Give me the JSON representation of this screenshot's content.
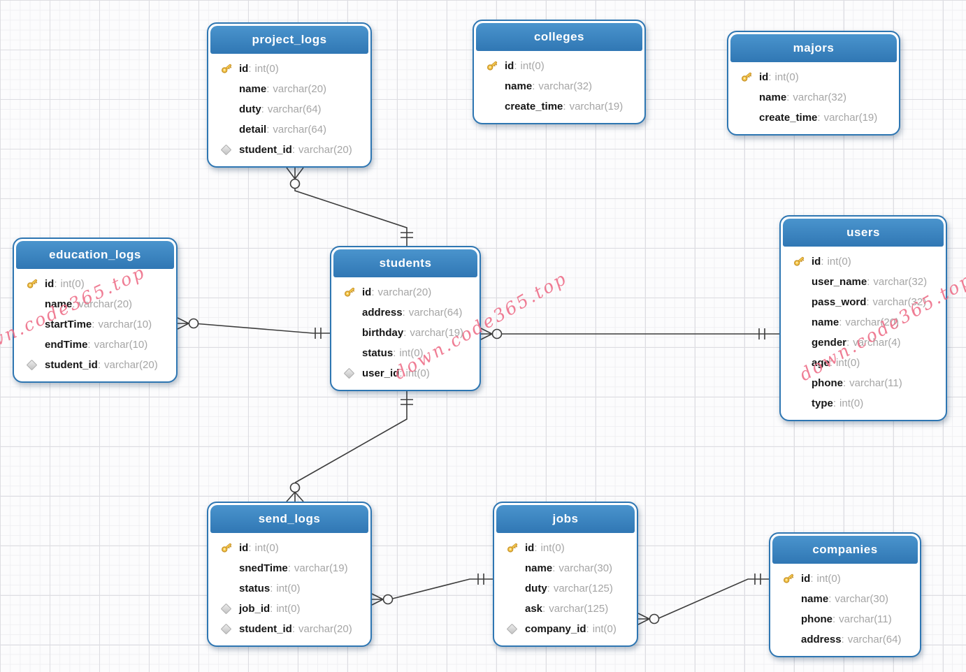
{
  "ui": {
    "colon": ":"
  },
  "watermark": {
    "text": "down.code365.top",
    "color": "#ee6f89"
  },
  "colors": {
    "header_blue": "#3787c0",
    "border_blue": "#2e76b2",
    "connector_line": "#3c3c3c",
    "key_gold": "#f7ca4d",
    "watermark_pink": "#ee6f89"
  },
  "tables": {
    "project_logs": {
      "title": "project_logs",
      "fields": [
        {
          "icon": "key",
          "name": "id",
          "type": "int(0)"
        },
        {
          "icon": "none",
          "name": "name",
          "type": "varchar(20)"
        },
        {
          "icon": "none",
          "name": "duty",
          "type": "varchar(64)"
        },
        {
          "icon": "none",
          "name": "detail",
          "type": "varchar(64)"
        },
        {
          "icon": "fk",
          "name": "student_id",
          "type": "varchar(20)"
        }
      ]
    },
    "colleges": {
      "title": "colleges",
      "fields": [
        {
          "icon": "key",
          "name": "id",
          "type": "int(0)"
        },
        {
          "icon": "none",
          "name": "name",
          "type": "varchar(32)"
        },
        {
          "icon": "none",
          "name": "create_time",
          "type": "varchar(19)"
        }
      ]
    },
    "majors": {
      "title": "majors",
      "fields": [
        {
          "icon": "key",
          "name": "id",
          "type": "int(0)"
        },
        {
          "icon": "none",
          "name": "name",
          "type": "varchar(32)"
        },
        {
          "icon": "none",
          "name": "create_time",
          "type": "varchar(19)"
        }
      ]
    },
    "education_logs": {
      "title": "education_logs",
      "fields": [
        {
          "icon": "key",
          "name": "id",
          "type": "int(0)"
        },
        {
          "icon": "none",
          "name": "name",
          "type": "varchar(20)"
        },
        {
          "icon": "none",
          "name": "startTime",
          "type": "varchar(10)"
        },
        {
          "icon": "none",
          "name": "endTime",
          "type": "varchar(10)"
        },
        {
          "icon": "fk",
          "name": "student_id",
          "type": "varchar(20)"
        }
      ]
    },
    "students": {
      "title": "students",
      "fields": [
        {
          "icon": "key",
          "name": "id",
          "type": "varchar(20)"
        },
        {
          "icon": "none",
          "name": "address",
          "type": "varchar(64)"
        },
        {
          "icon": "none",
          "name": "birthday",
          "type": "varchar(19)"
        },
        {
          "icon": "none",
          "name": "status",
          "type": "int(0)"
        },
        {
          "icon": "fk",
          "name": "user_id",
          "type": "int(0)"
        }
      ]
    },
    "users": {
      "title": "users",
      "fields": [
        {
          "icon": "key",
          "name": "id",
          "type": "int(0)"
        },
        {
          "icon": "none",
          "name": "user_name",
          "type": "varchar(32)"
        },
        {
          "icon": "none",
          "name": "pass_word",
          "type": "varchar(32)"
        },
        {
          "icon": "none",
          "name": "name",
          "type": "varchar(20)"
        },
        {
          "icon": "none",
          "name": "gender",
          "type": "varchar(4)"
        },
        {
          "icon": "none",
          "name": "age",
          "type": "int(0)"
        },
        {
          "icon": "none",
          "name": "phone",
          "type": "varchar(11)"
        },
        {
          "icon": "none",
          "name": "type",
          "type": "int(0)"
        }
      ]
    },
    "send_logs": {
      "title": "send_logs",
      "fields": [
        {
          "icon": "key",
          "name": "id",
          "type": "int(0)"
        },
        {
          "icon": "none",
          "name": "snedTime",
          "type": "varchar(19)"
        },
        {
          "icon": "none",
          "name": "status",
          "type": "int(0)"
        },
        {
          "icon": "fk",
          "name": "job_id",
          "type": "int(0)"
        },
        {
          "icon": "fk",
          "name": "student_id",
          "type": "varchar(20)"
        }
      ]
    },
    "jobs": {
      "title": "jobs",
      "fields": [
        {
          "icon": "key",
          "name": "id",
          "type": "int(0)"
        },
        {
          "icon": "none",
          "name": "name",
          "type": "varchar(30)"
        },
        {
          "icon": "none",
          "name": "duty",
          "type": "varchar(125)"
        },
        {
          "icon": "none",
          "name": "ask",
          "type": "varchar(125)"
        },
        {
          "icon": "fk",
          "name": "company_id",
          "type": "int(0)"
        }
      ]
    },
    "companies": {
      "title": "companies",
      "fields": [
        {
          "icon": "key",
          "name": "id",
          "type": "int(0)"
        },
        {
          "icon": "none",
          "name": "name",
          "type": "varchar(30)"
        },
        {
          "icon": "none",
          "name": "phone",
          "type": "varchar(11)"
        },
        {
          "icon": "none",
          "name": "address",
          "type": "varchar(64)"
        }
      ]
    }
  },
  "relationships": [
    {
      "from": "project_logs",
      "from_cardinality": "zero-or-many",
      "to": "students",
      "to_cardinality": "one-and-only-one"
    },
    {
      "from": "education_logs",
      "from_cardinality": "zero-or-many",
      "to": "students",
      "to_cardinality": "one-and-only-one"
    },
    {
      "from": "students",
      "from_cardinality": "zero-or-many",
      "to": "users",
      "to_cardinality": "one-and-only-one"
    },
    {
      "from": "send_logs",
      "from_cardinality": "zero-or-many",
      "to": "students",
      "to_cardinality": "one-and-only-one"
    },
    {
      "from": "send_logs",
      "from_cardinality": "zero-or-many",
      "to": "jobs",
      "to_cardinality": "one-and-only-one"
    },
    {
      "from": "jobs",
      "from_cardinality": "zero-or-many",
      "to": "companies",
      "to_cardinality": "one-and-only-one"
    }
  ]
}
